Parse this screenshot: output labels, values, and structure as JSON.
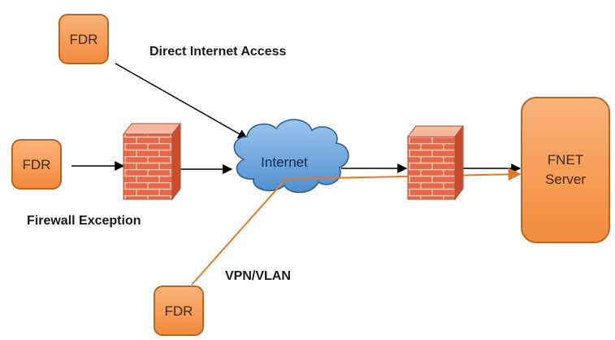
{
  "nodes": {
    "fdr_direct": "FDR",
    "fdr_firewall": "FDR",
    "fdr_vpn": "FDR",
    "internet": "Internet",
    "server_line1": "FNET",
    "server_line2": "Server"
  },
  "labels": {
    "direct": "Direct Internet Access",
    "firewall": "Firewall Exception",
    "vpn": "VPN/VLAN"
  },
  "colors": {
    "box_fill": "#f79646",
    "box_stroke": "#b8651f",
    "cloud_fill": "#6fa8dc",
    "cloud_stroke": "#2a5a8a",
    "brick": "#e8664a",
    "vpn_line": "#e07a2a",
    "arrow": "#000000"
  },
  "icons": [
    "firewall-icon",
    "cloud-icon",
    "arrowhead-icon"
  ]
}
